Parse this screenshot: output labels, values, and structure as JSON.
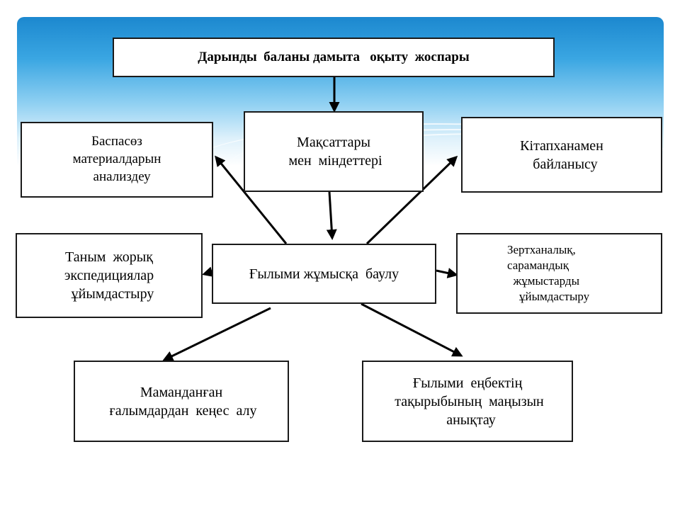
{
  "diagram": {
    "title": "Дарынды  баланы дамыта   оқыту  жоспары",
    "nodes": {
      "goals": "Мақсаттары\n мен  міндеттері",
      "press": "Баспасөз\nматериалдарын\n   анализдеу",
      "library": "Кітапханамен\n  байланысу",
      "expeditions": "Таным  жорық\nэкспедициялар\n  ұйымдастыру",
      "science": "Ғылыми жұмысқа  баулу",
      "labs": "Зертханалық,\nсарамандық\n  жұмыстарды\n    ұйымдастыру",
      "consult": "Маманданған\n ғалымдардан  кеңес  алу",
      "topic": "Ғылыми  еңбектің\n тақырыбының  маңызын\n  анықтау"
    },
    "line_color": "#000000",
    "banner_color": "#2f9ddc"
  }
}
